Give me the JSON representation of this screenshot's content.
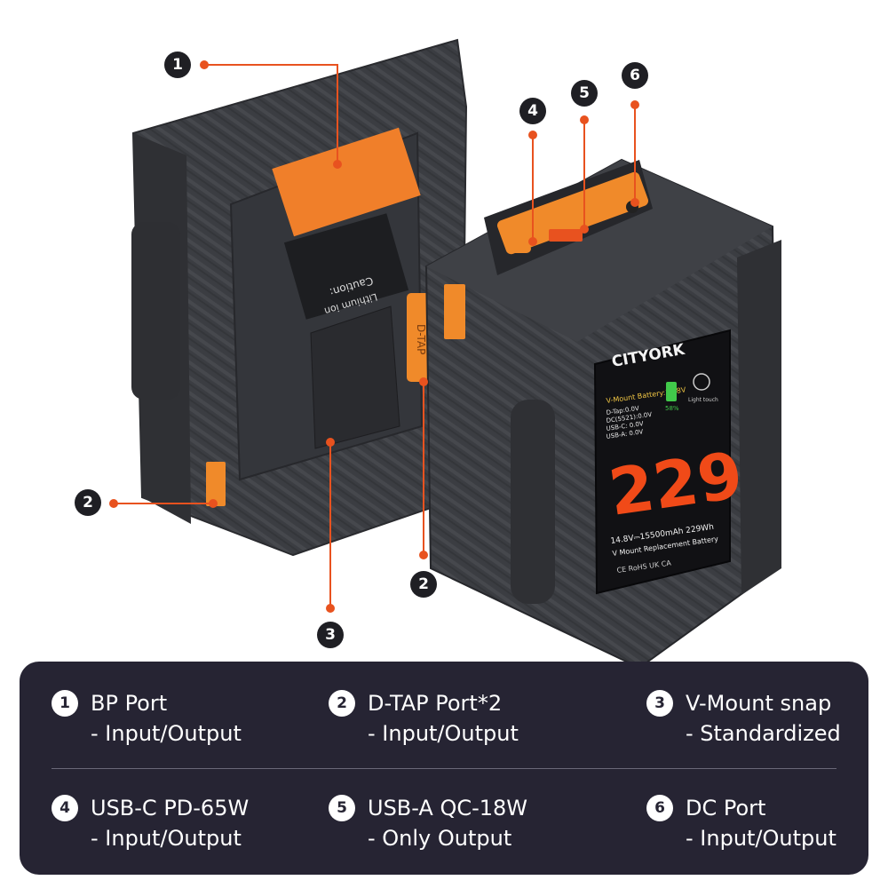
{
  "product": {
    "brand": "CITYORK",
    "screen": {
      "header": "V-Mount Battery:14.8V",
      "battery_percent": "58%",
      "readouts": [
        "D-Tap:0.0V",
        "DC(5521):0.0V",
        "USB-C: 0.0V",
        "USB-A: 0.0V"
      ],
      "light_touch": "Light touch",
      "big_number": "229",
      "spec_line": "14.8V⎓15500mAh 229Wh",
      "subtitle": "V Mount Replacement Battery",
      "marks": "CE RoHS UK CA"
    },
    "caution_title": "Caution:",
    "caution_sub": "Lithium ion",
    "dtap_label": "D-TAP",
    "colors": {
      "accent": "#e8521f",
      "port_orange": "#f08a2a",
      "body": "#3a3c41",
      "panel": "#262433"
    }
  },
  "callouts": [
    "1",
    "2",
    "3",
    "4",
    "5",
    "6",
    "2"
  ],
  "features": [
    {
      "num": "1",
      "title": "BP Port",
      "sub": "- Input/Output"
    },
    {
      "num": "2",
      "title": "D-TAP Port*2",
      "sub": "- Input/Output"
    },
    {
      "num": "3",
      "title": "V-Mount snap",
      "sub": "- Standardized"
    },
    {
      "num": "4",
      "title": "USB-C PD-65W",
      "sub": "- Input/Output"
    },
    {
      "num": "5",
      "title": "USB-A QC-18W",
      "sub": "- Only Output"
    },
    {
      "num": "6",
      "title": "DC Port",
      "sub": "- Input/Output"
    }
  ]
}
